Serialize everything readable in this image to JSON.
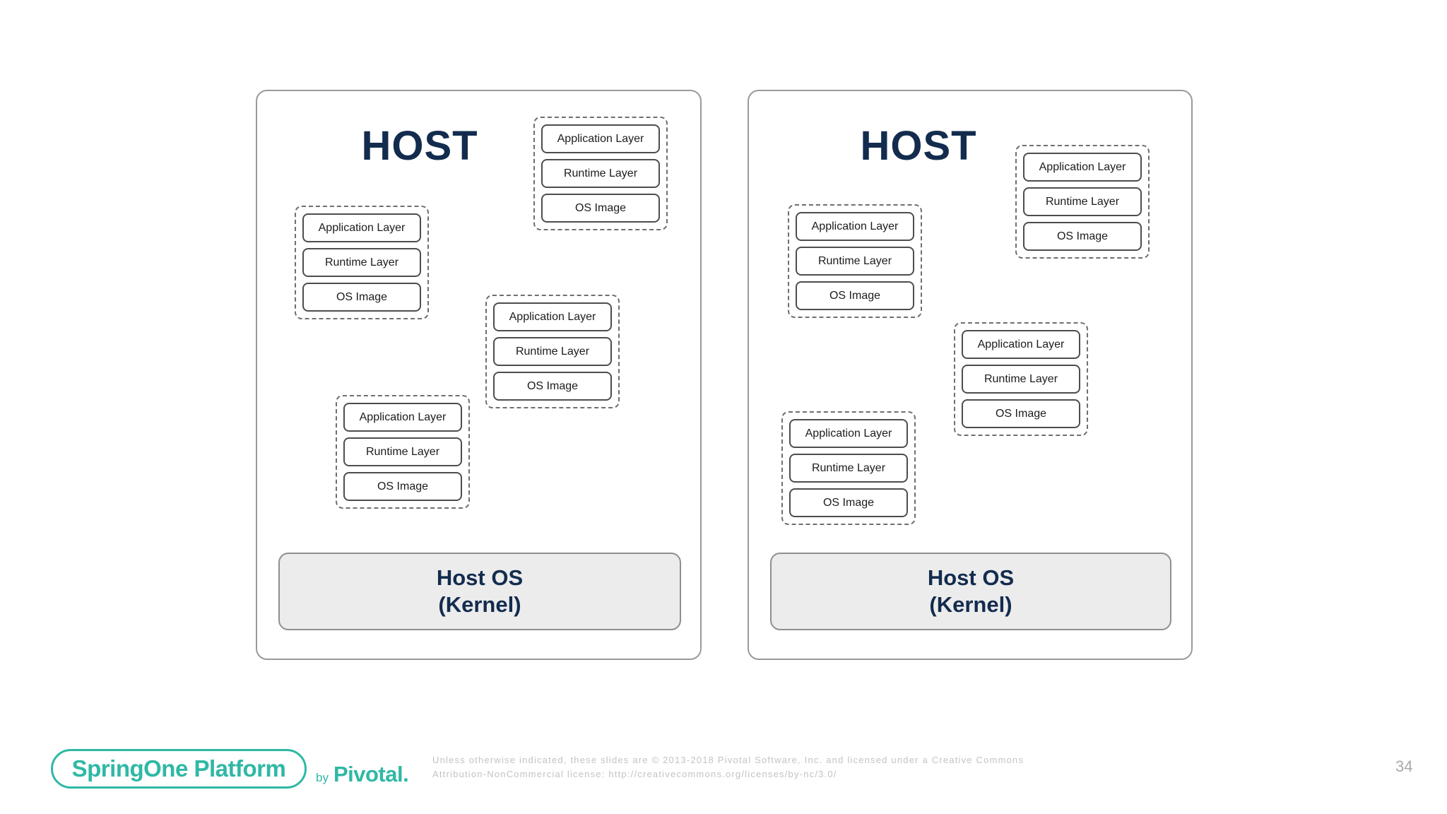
{
  "slide": {
    "panels": [
      {
        "title": "HOST",
        "stacks": [
          {
            "layers": [
              "Application Layer",
              "Runtime Layer",
              "OS Image"
            ]
          },
          {
            "layers": [
              "Application Layer",
              "Runtime Layer",
              "OS Image"
            ]
          },
          {
            "layers": [
              "Application Layer",
              "Runtime Layer",
              "OS Image"
            ]
          },
          {
            "layers": [
              "Application Layer",
              "Runtime Layer",
              "OS Image"
            ]
          }
        ],
        "kernel": {
          "line1": "Host OS",
          "line2": "(Kernel)"
        }
      },
      {
        "title": "HOST",
        "stacks": [
          {
            "layers": [
              "Application Layer",
              "Runtime Layer",
              "OS Image"
            ]
          },
          {
            "layers": [
              "Application Layer",
              "Runtime Layer",
              "OS Image"
            ]
          },
          {
            "layers": [
              "Application Layer",
              "Runtime Layer",
              "OS Image"
            ]
          },
          {
            "layers": [
              "Application Layer",
              "Runtime Layer",
              "OS Image"
            ]
          }
        ],
        "kernel": {
          "line1": "Host OS",
          "line2": "(Kernel)"
        }
      }
    ]
  },
  "footer": {
    "logo_text": "SpringOne Platform",
    "by_label": "by",
    "brand": "Pivotal.",
    "license_line1": "Unless otherwise indicated, these slides are © 2013-2018 Pivotal Software, Inc. and licensed under a Creative Commons",
    "license_line2": "Attribution-NonCommercial license: http://creativecommons.org/licenses/by-nc/3.0/",
    "page_number": "34"
  },
  "colors": {
    "navy": "#132c4e",
    "teal": "#2fb8a5",
    "panel_border": "#9a9a9a",
    "kernel_fill": "#ececec",
    "license_text": "#c3c3c3"
  }
}
